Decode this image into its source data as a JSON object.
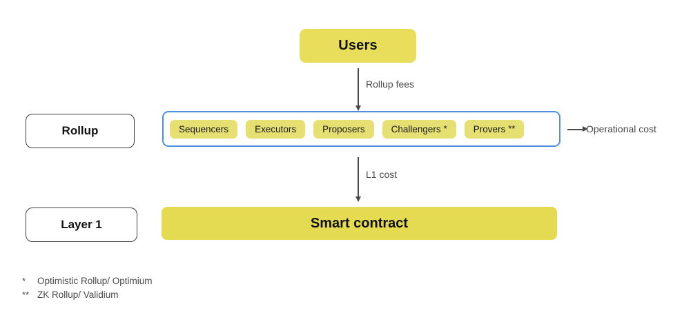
{
  "diagram": {
    "users": {
      "label": "Users"
    },
    "side_labels": {
      "rollup": "Rollup",
      "layer1": "Layer 1"
    },
    "rollup_actors": [
      {
        "label": "Sequencers",
        "marker": ""
      },
      {
        "label": "Executors",
        "marker": ""
      },
      {
        "label": "Proposers",
        "marker": ""
      },
      {
        "label": "Challengers",
        "marker": "*"
      },
      {
        "label": "Provers",
        "marker": "**"
      }
    ],
    "smart_contract": {
      "label": "Smart contract"
    },
    "edges": {
      "rollup_fees": "Rollup fees",
      "l1_cost": "L1 cost",
      "operational_cost": "Operational cost"
    },
    "footnotes": [
      {
        "marker": "*",
        "text": "Optimistic Rollup/ Optimium"
      },
      {
        "marker": "**",
        "text": "ZK Rollup/ Validium"
      }
    ],
    "colors": {
      "node_yellow": "#E8DE5C",
      "pill_yellow": "#E6DF72",
      "contract_yellow": "#E5DB52",
      "container_blue": "#4d8fe0",
      "outline_dark": "#3b3b3b",
      "arrow_gray": "#4a4a4a"
    }
  }
}
